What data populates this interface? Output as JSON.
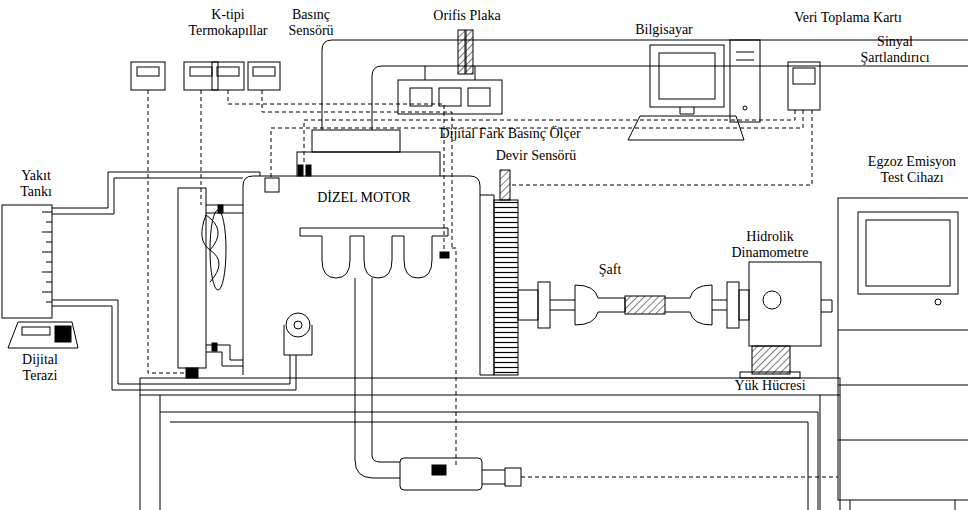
{
  "diagram": {
    "labels": [
      "K-tipi Termokapıllar",
      "Basınç Sensörü",
      "Orifis Plaka",
      "Bilgisayar",
      "Veri Toplama Kartı",
      "Sinyal Şartlandırıcı",
      "Dijital Fark Basınç Ölçer",
      "Egzoz Emisyon Test Cihazı",
      "Yakıt Tankı",
      "DİZEL MOTOR",
      "Devir Sensörü",
      "Hidrolik Dinamometre",
      "Şaft",
      "Dijital Terazi",
      "Yük Hücresi"
    ]
  }
}
